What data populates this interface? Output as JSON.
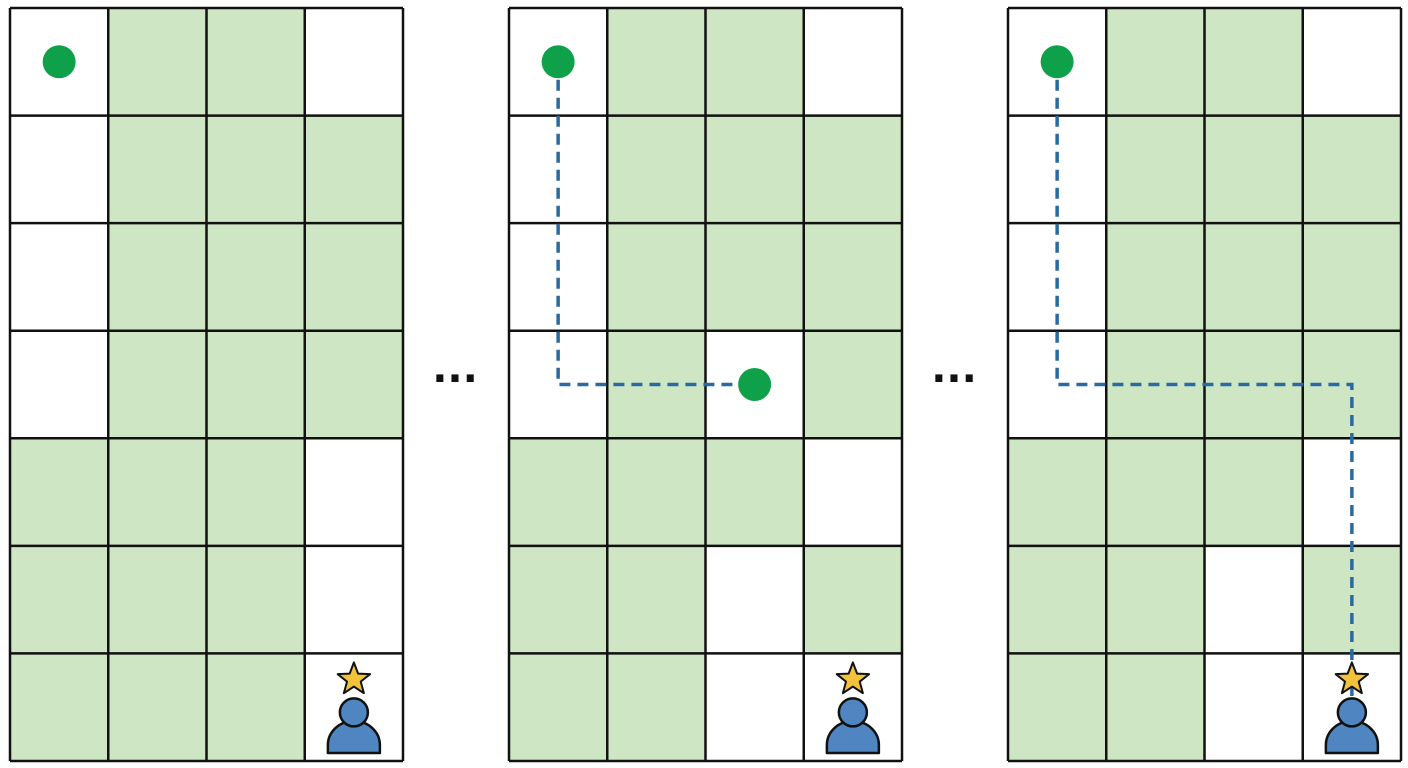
{
  "colors": {
    "background": "#ffffff",
    "shaded_cell": "#cfe6c5",
    "empty_cell": "#ffffff",
    "grid_line": "#111111",
    "dot": "#0fa04a",
    "path": "#2a6aa0",
    "star": "#f2c23a",
    "person": "#4f86c2",
    "ellipsis": "#111111"
  },
  "separator_text": "···",
  "panels": [
    {
      "name": "panel-initial",
      "grid": [
        [
          0,
          1,
          1,
          0
        ],
        [
          0,
          1,
          1,
          1
        ],
        [
          0,
          1,
          1,
          1
        ],
        [
          0,
          1,
          1,
          1
        ],
        [
          1,
          1,
          1,
          0
        ],
        [
          1,
          1,
          1,
          0
        ],
        [
          1,
          1,
          1,
          0
        ]
      ],
      "dots": [
        [
          0,
          0
        ]
      ],
      "path": [],
      "goal": [
        6,
        3
      ]
    },
    {
      "name": "panel-partial",
      "grid": [
        [
          0,
          1,
          1,
          0
        ],
        [
          0,
          1,
          1,
          1
        ],
        [
          0,
          1,
          1,
          1
        ],
        [
          0,
          1,
          0,
          1
        ],
        [
          1,
          1,
          1,
          0
        ],
        [
          1,
          1,
          0,
          1
        ],
        [
          1,
          1,
          0,
          0
        ]
      ],
      "dots": [
        [
          0,
          0
        ],
        [
          3,
          2
        ]
      ],
      "path": [
        [
          0,
          0
        ],
        [
          3,
          0
        ],
        [
          3,
          2
        ]
      ],
      "goal": [
        6,
        3
      ]
    },
    {
      "name": "panel-complete",
      "grid": [
        [
          0,
          1,
          1,
          0
        ],
        [
          0,
          1,
          1,
          1
        ],
        [
          0,
          1,
          1,
          1
        ],
        [
          0,
          1,
          1,
          1
        ],
        [
          1,
          1,
          1,
          0
        ],
        [
          1,
          1,
          0,
          1
        ],
        [
          1,
          1,
          0,
          0
        ]
      ],
      "dots": [
        [
          0,
          0
        ]
      ],
      "path": [
        [
          0,
          0
        ],
        [
          3,
          0
        ],
        [
          3,
          3
        ],
        [
          6,
          3
        ]
      ],
      "goal": [
        6,
        3
      ]
    }
  ]
}
